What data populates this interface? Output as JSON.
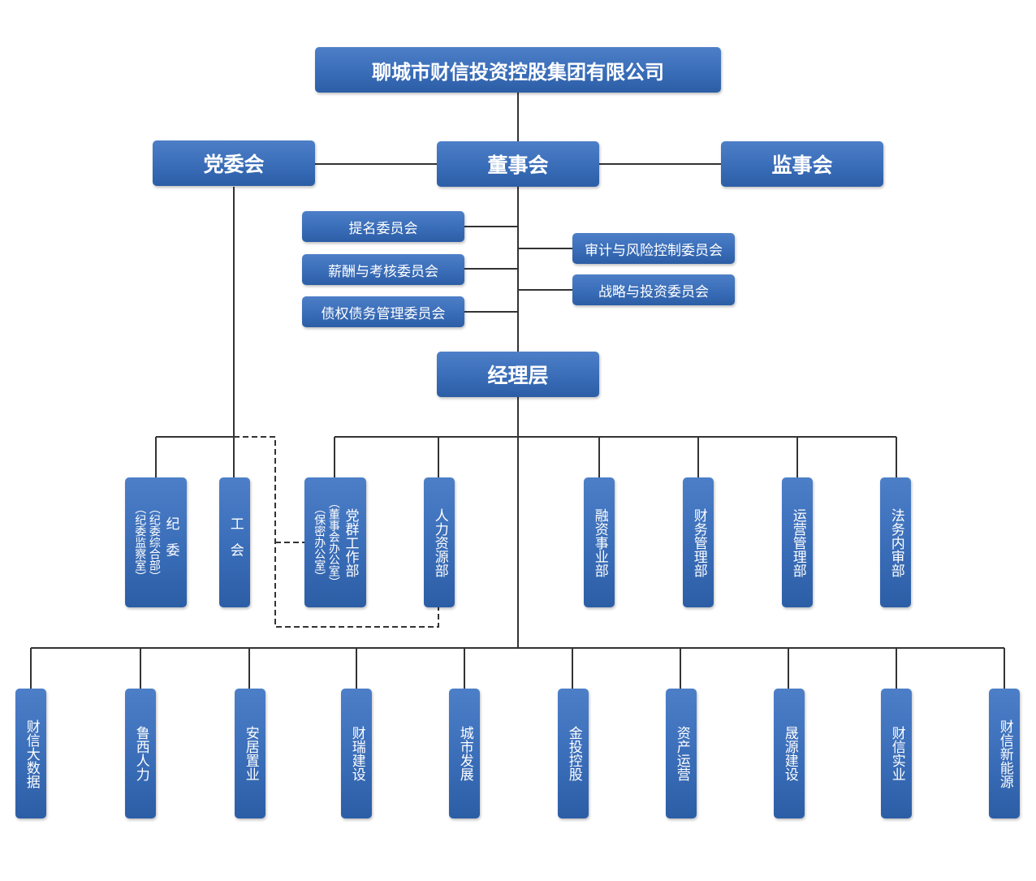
{
  "company": "聊城市财信投资控股集团有限公司",
  "party_committee": "党委会",
  "board": "董事会",
  "supervisory_board": "监事会",
  "board_committees": {
    "left": [
      "提名委员会",
      "薪酬与考核委员会",
      "债权债务管理委员会"
    ],
    "right": [
      "审计与风险控制委员会",
      "战略与投资委员会"
    ]
  },
  "management": "经理层",
  "departments": {
    "discipline": {
      "main": "纪委",
      "sub": [
        "（纪委监察室）",
        "（纪委综合部）"
      ]
    },
    "union": "工会",
    "party_mass": {
      "main": "党群工作部",
      "sub": [
        "（保密办公室）",
        "（董事会办公室）"
      ]
    },
    "hr": "人力资源部",
    "others": [
      "融资事业部",
      "财务管理部",
      "运营管理部",
      "法务内审部"
    ]
  },
  "subsidiaries": [
    "财信大数据",
    "鲁西人力",
    "安居置业",
    "财瑞建设",
    "城市发展",
    "金投控股",
    "资产运营",
    "晟源建设",
    "财信实业",
    "财信新能源"
  ]
}
